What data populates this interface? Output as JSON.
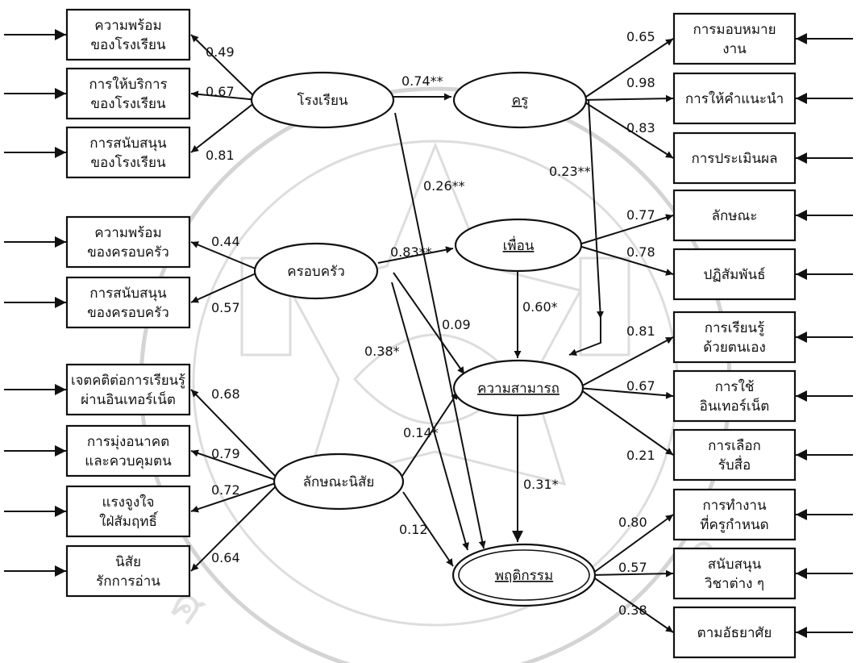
{
  "latent": {
    "school": "โรงเรียน",
    "family": "ครอบครัว",
    "trait": "ลักษณะนิสัย",
    "teacher": "ครู",
    "friend": "เพื่อน",
    "ability": "ความสามารถ",
    "behavior": "พฤติกรรม"
  },
  "indicators": {
    "school": [
      {
        "l1": "ความพร้อม",
        "l2": "ของโรงเรียน",
        "coef": "0.49"
      },
      {
        "l1": "การให้บริการ",
        "l2": "ของโรงเรียน",
        "coef": "0.67"
      },
      {
        "l1": "การสนับสนุน",
        "l2": "ของโรงเรียน",
        "coef": "0.81"
      }
    ],
    "family": [
      {
        "l1": "ความพร้อม",
        "l2": "ของครอบครัว",
        "coef": "0.44"
      },
      {
        "l1": "การสนับสนุน",
        "l2": "ของครอบครัว",
        "coef": "0.57"
      }
    ],
    "trait": [
      {
        "l1": "เจตคติต่อการเรียนรู้",
        "l2": "ผ่านอินเทอร์เน็ต",
        "coef": "0.68"
      },
      {
        "l1": "การมุ่งอนาคต",
        "l2": "และควบคุมตน",
        "coef": "0.79"
      },
      {
        "l1": "แรงจูงใจ",
        "l2": "ใฝ่สัมฤทธิ์",
        "coef": "0.72"
      },
      {
        "l1": "นิสัย",
        "l2": "รักการอ่าน",
        "coef": "0.64"
      }
    ],
    "teacher": [
      {
        "l1": "การมอบหมาย",
        "l2": "งาน",
        "coef": "0.65"
      },
      {
        "l1": "การให้คำแนะนำ",
        "l2": "",
        "coef": "0.98"
      },
      {
        "l1": "การประเมินผล",
        "l2": "",
        "coef": "0.83"
      }
    ],
    "friend": [
      {
        "l1": "ลักษณะ",
        "l2": "",
        "coef": "0.77"
      },
      {
        "l1": "ปฏิสัมพันธ์",
        "l2": "",
        "coef": "0.78"
      }
    ],
    "ability": [
      {
        "l1": "การเรียนรู้",
        "l2": "ด้วยตนเอง",
        "coef": "0.81"
      },
      {
        "l1": "การใช้",
        "l2": "อินเทอร์เน็ต",
        "coef": "0.67"
      },
      {
        "l1": "การเลือก",
        "l2": "รับสื่อ",
        "coef": "0.21"
      }
    ],
    "behavior": [
      {
        "l1": "การทำงาน",
        "l2": "ที่ครูกำหนด",
        "coef": "0.80"
      },
      {
        "l1": "สนับสนุน",
        "l2": "วิชาต่าง ๆ",
        "coef": "0.57"
      },
      {
        "l1": "ตามอัธยาศัย",
        "l2": "",
        "coef": "0.38"
      }
    ]
  },
  "paths": {
    "school_teacher": "0.74**",
    "school_behavior": "0.26**",
    "teacher_ability": "0.23**",
    "family_friend": "0.83**",
    "family_ability": "0.09",
    "family_behavior": "0.38*",
    "friend_ability": "0.60*",
    "trait_ability": "0.14*",
    "trait_behavior": "0.12",
    "ability_behavior": "0.31*"
  }
}
